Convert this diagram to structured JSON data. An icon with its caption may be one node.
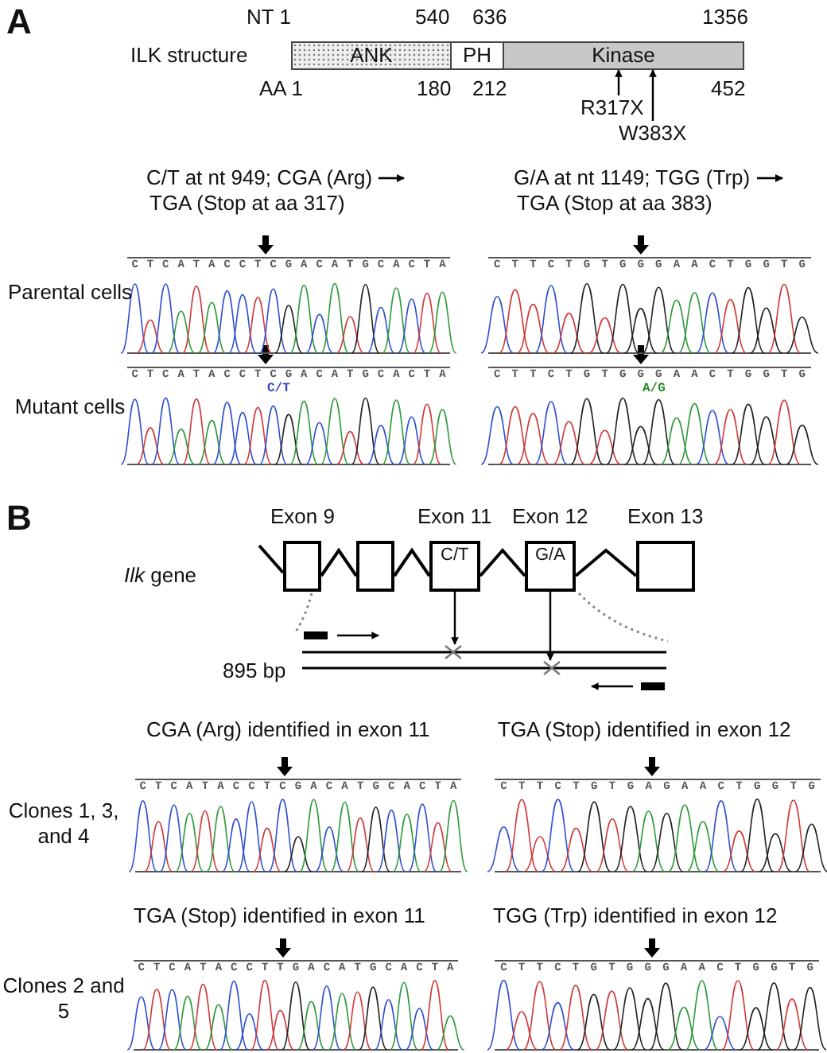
{
  "diagram": {
    "nodes": [
      {
        "text": [
          "ANK"
        ]
      },
      {
        "text": [
          "PH"
        ]
      },
      {
        "text": [
          "Kinase"
        ]
      },
      {
        "text": [
          "R317X"
        ]
      },
      {
        "text": [
          "W383X"
        ]
      },
      {
        "text": [
          "Exon 9"
        ]
      },
      {
        "text": [],
        "shape": "box"
      },
      {
        "text": [
          "Exon 11",
          "C/T"
        ]
      },
      {
        "text": [
          "Exon 12",
          "G/A"
        ]
      },
      {
        "text": [
          "Exon 13"
        ]
      },
      {
        "text": [],
        "shape": "cross"
      },
      {
        "text": [],
        "shape": "cross"
      }
    ],
    "edges": [
      {
        "from": 3,
        "to": 2,
        "arrow": "to"
      },
      {
        "from": 4,
        "to": 2,
        "arrow": "to"
      },
      {
        "from": 7,
        "to": 10,
        "arrow": "to"
      },
      {
        "from": 8,
        "to": 11,
        "arrow": "to"
      },
      {
        "from": 5,
        "to": 6,
        "arrow": "none"
      },
      {
        "from": 6,
        "to": 7,
        "arrow": "none"
      },
      {
        "from": 7,
        "to": 8,
        "arrow": "none"
      },
      {
        "from": 8,
        "to": 9,
        "arrow": "none"
      }
    ],
    "labels": [
      "A",
      "NT 1",
      "540",
      "636",
      "1356",
      "ILK structure",
      "AA 1",
      "180",
      "212",
      "452",
      "C/T at nt 949; CGA (Arg)",
      "TGA (Stop at aa 317)",
      "G/A at nt 1149; TGG (Trp)",
      "TGA (Stop at aa 383)",
      "CTCATACCTCGACATGCACTA",
      "CTTCTGTGGGAACTGGTG",
      "Parental cells",
      "CTCATACCTCGACATGCACTA",
      "CTTCTGTGGGAACTGGTG",
      "C/T",
      "A/G",
      "Mutant cells",
      "B",
      "*Ilk* gene",
      "895 bp",
      "CGA (Arg) identified in exon 11",
      "TGA (Stop) identified in exon 12",
      "CTCATACCTCGACATGCACTA",
      "CTTCTGTGAGAACTGGTG",
      "Clones 1, 3, and 4",
      "TGA (Stop) identified in exon 11",
      "TGG (Trp) identified in exon 12",
      "CTCATACCTTGACATGCACTA",
      "CTTCTGTGGGAACTGGTG",
      "Clones 2 and 5"
    ]
  }
}
